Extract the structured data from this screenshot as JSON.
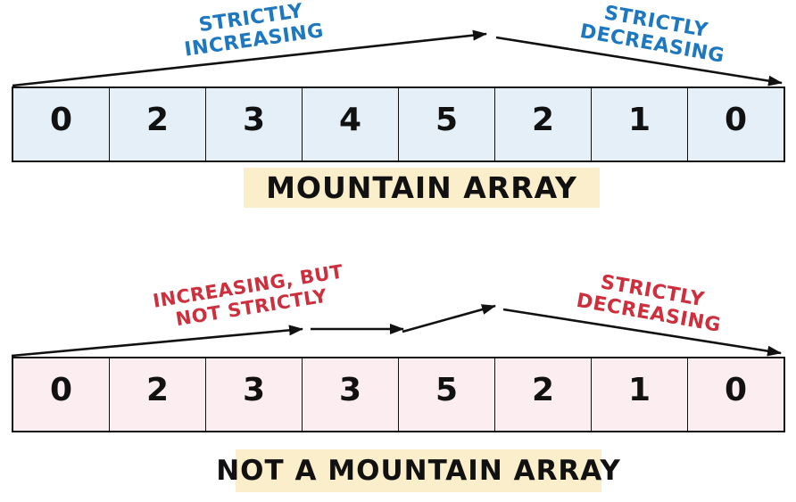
{
  "colors": {
    "ink": "#111111",
    "blue_accent": "#1d78bf",
    "red_accent": "#ce2f3d",
    "mountain_cell_fill": "#e4eff8",
    "not_mountain_cell_fill": "#fcedf1",
    "caption_background": "#fbeecb"
  },
  "mountain": {
    "increasing_label": {
      "line1": "STRICTLY",
      "line2": "INCREASING"
    },
    "decreasing_label": {
      "line1": "STRICTLY",
      "line2": "DECREASING"
    },
    "values": [
      "0",
      "2",
      "3",
      "4",
      "5",
      "2",
      "1",
      "0"
    ],
    "caption": "MOUNTAIN ARRAY"
  },
  "not_mountain": {
    "increasing_label": {
      "line1": "INCREASING, BUT",
      "line2": "NOT STRICTLY"
    },
    "decreasing_label": {
      "line1": "STRICTLY",
      "line2": "DECREASING"
    },
    "values": [
      "0",
      "2",
      "3",
      "3",
      "5",
      "2",
      "1",
      "0"
    ],
    "caption": "NOT A MOUNTAIN ARRAY"
  }
}
